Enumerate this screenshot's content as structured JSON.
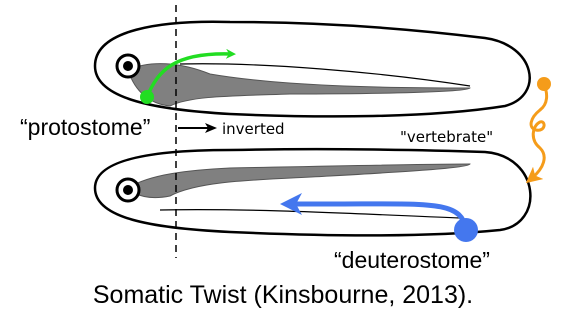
{
  "diagram": {
    "labels": {
      "protostome": "“protostome”",
      "inverted": "inverted",
      "vertebrate": "\"vertebrate\"",
      "deuterostome": "“deuterostome”"
    },
    "colors": {
      "protostome_arrow": "#22dd22",
      "deuterostome_arrow": "#4477ee",
      "twist_arrow": "#f59c1a",
      "outline": "#000000",
      "nerve_cord": "#808080"
    },
    "icons": {
      "twist": "orange-twist-arrow-icon",
      "inverted": "right-arrow-icon"
    }
  },
  "caption": "Somatic Twist (Kinsbourne, 2013)."
}
